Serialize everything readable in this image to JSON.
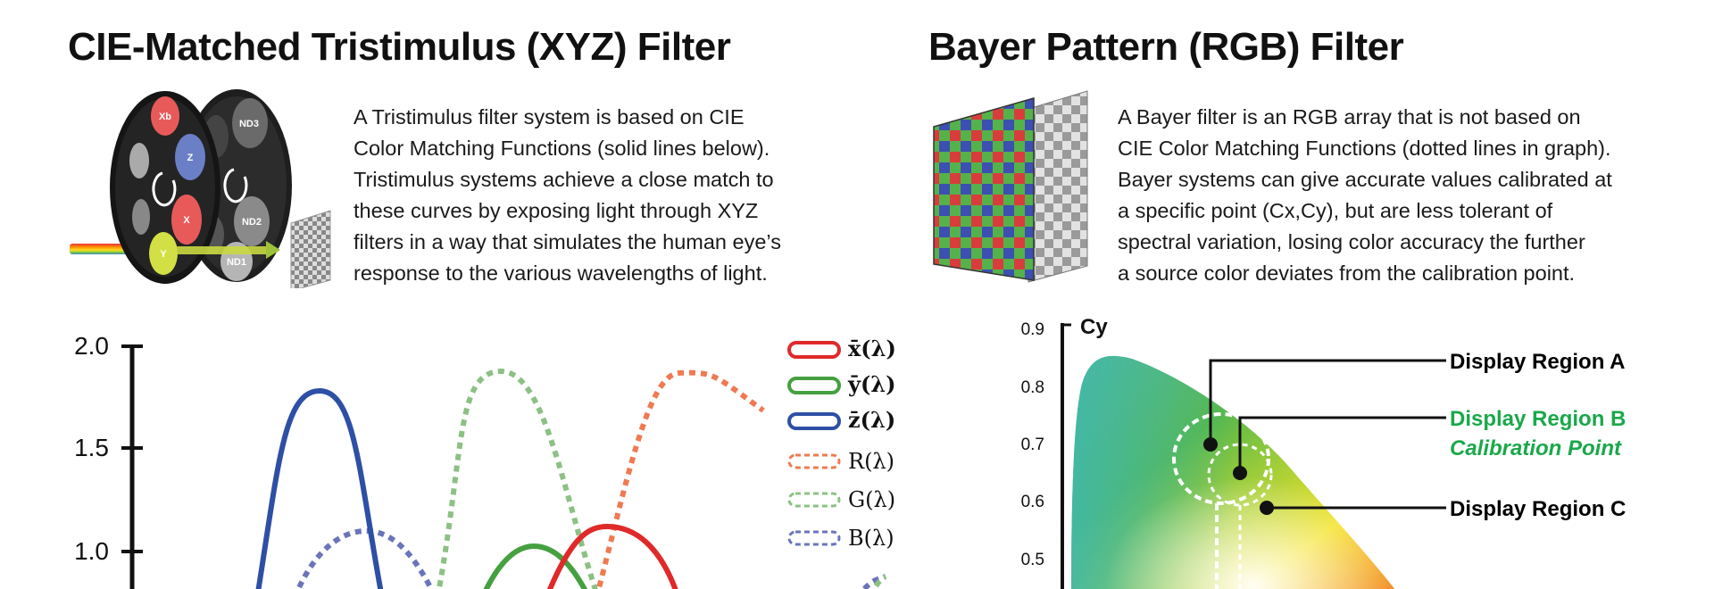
{
  "left": {
    "title": "CIE-Matched Tristimulus (XYZ) Filter",
    "description": [
      "A Tristimulus filter system is based on CIE",
      "Color Matching Functions (solid lines below).",
      "Tristimulus systems achieve a close match to",
      "these curves by exposing light through XYZ",
      "filters in a way that simulates the human eye’s",
      "response to the various wavelengths of light."
    ],
    "wheel1_labels": [
      "Xb",
      "Z",
      "X",
      "Y"
    ],
    "wheel2_labels": [
      "ND3",
      "ND2",
      "ND1"
    ]
  },
  "right": {
    "title": "Bayer Pattern (RGB) Filter",
    "description": [
      "A Bayer filter is an RGB array that is not based on",
      "CIE Color Matching Functions (dotted lines in graph).",
      "Bayer systems can give accurate values calibrated at",
      "a specific point (Cx,Cy), but are less tolerant of",
      "spectral variation, losing color accuracy the further",
      "a source color deviates from the calibration point."
    ]
  },
  "chart_data": [
    {
      "type": "line",
      "y_ticks": [
        "2.0",
        "1.5",
        "1.0"
      ],
      "ylim": [
        0.5,
        2.0
      ],
      "legend": [
        {
          "label": "x̄(λ)",
          "style": "solid",
          "color": "#e02a2a"
        },
        {
          "label": "ȳ(λ)",
          "style": "solid",
          "color": "#45a040"
        },
        {
          "label": "z̄(λ)",
          "style": "solid",
          "color": "#2e4fa6"
        },
        {
          "label": "R(λ)",
          "style": "dotted",
          "color": "#ef7a52"
        },
        {
          "label": "G(λ)",
          "style": "dotted",
          "color": "#8cc084"
        },
        {
          "label": "B(λ)",
          "style": "dotted",
          "color": "#6b74bb"
        }
      ],
      "legend_position": "top-right"
    },
    {
      "type": "scatter",
      "ylabel": "Cy",
      "y_ticks": [
        "0.9",
        "0.8",
        "0.7",
        "0.6",
        "0.5"
      ],
      "ylim": [
        0.45,
        0.9
      ],
      "annotations": [
        {
          "text": "Display Region A",
          "color": "#000000",
          "italic": false
        },
        {
          "text": "Display Region B",
          "color": "#1aa84a",
          "italic": false
        },
        {
          "text": "Calibration Point",
          "color": "#1aa84a",
          "italic": true
        },
        {
          "text": "Display Region C",
          "color": "#000000",
          "italic": false
        }
      ]
    }
  ]
}
